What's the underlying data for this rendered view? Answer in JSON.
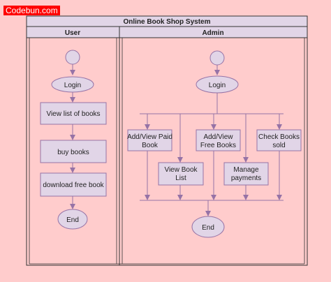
{
  "watermark": "Codebun.com",
  "title": "Online Book Shop System",
  "lanes": {
    "user": "User",
    "admin": "Admin"
  },
  "user_nodes": {
    "login": "Login",
    "view_list": "View list of books",
    "buy": "buy books",
    "download": "download free book",
    "end": "End"
  },
  "admin_nodes": {
    "login": "Login",
    "add_paid": [
      "Add/View Paid",
      "Book"
    ],
    "view_list": [
      "View Book",
      "List"
    ],
    "add_free": [
      "Add/View",
      "Free Books"
    ],
    "manage": [
      "Manage",
      "payments"
    ],
    "check_sold": [
      "Check Books",
      "sold"
    ],
    "end": "End"
  },
  "colors": {
    "background": "#ffcccc",
    "node_fill": "#e1d5e7",
    "node_stroke": "#9673a6",
    "frame_stroke": "#333333",
    "watermark_bg": "#ff0000"
  }
}
